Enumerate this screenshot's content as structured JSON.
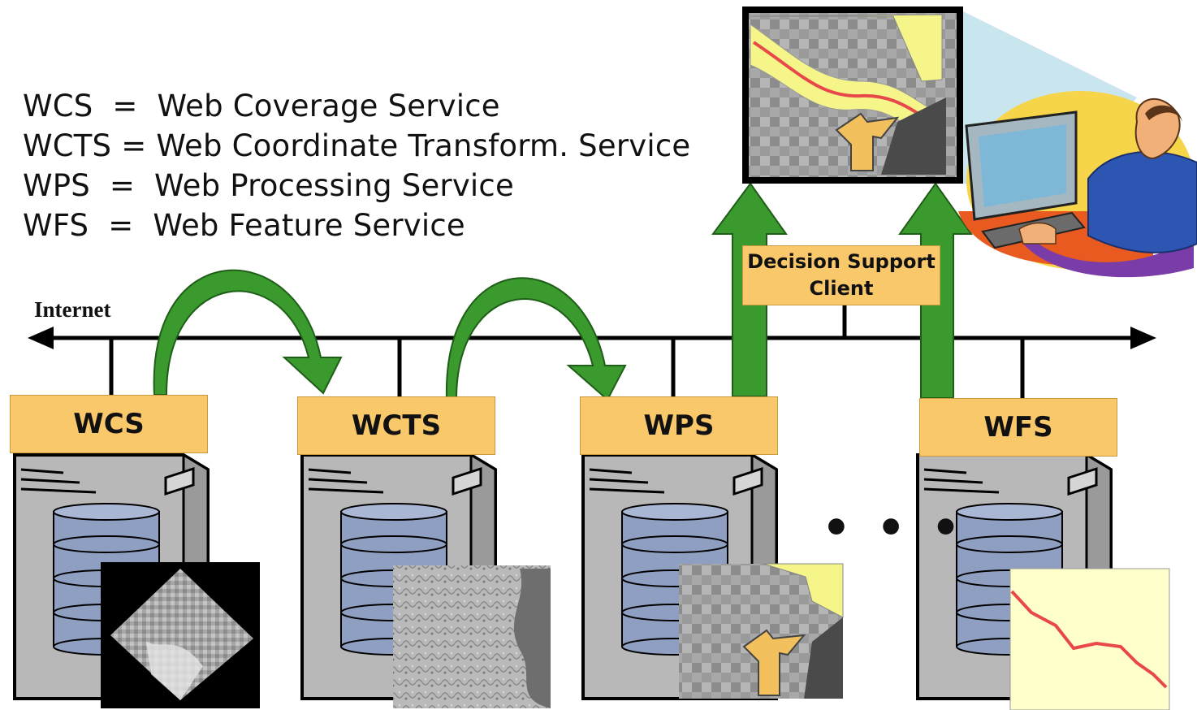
{
  "legend": [
    {
      "abbr": "WCS",
      "eq": "=",
      "desc": "Web Coverage Service"
    },
    {
      "abbr": "WCTS",
      "eq": "=",
      "desc": "Web Coordinate Transform. Service"
    },
    {
      "abbr": "WPS",
      "eq": "=",
      "desc": "Web Processing Service"
    },
    {
      "abbr": "WFS",
      "eq": "=",
      "desc": "Web Feature Service"
    }
  ],
  "network": {
    "label": "Internet"
  },
  "services": [
    {
      "label": "WCS"
    },
    {
      "label": "WCTS"
    },
    {
      "label": "WPS"
    },
    {
      "label": "WFS"
    }
  ],
  "client": {
    "line1": "Decision Support",
    "line2": "Client"
  },
  "ellipsis": "• • •",
  "colors": {
    "box_fill": "#f9c86a",
    "arrow_green": "#3a9a2e",
    "server_gray": "#b8b8b8",
    "disk_blue": "#8e9fc2",
    "map_yellow": "#f5f58a",
    "road_red": "#e8484a",
    "feature_orange": "#f3c05e"
  },
  "icons": [
    "server-icon",
    "database-icon",
    "user-at-computer-icon",
    "curved-arrow-icon",
    "up-arrow-icon"
  ]
}
